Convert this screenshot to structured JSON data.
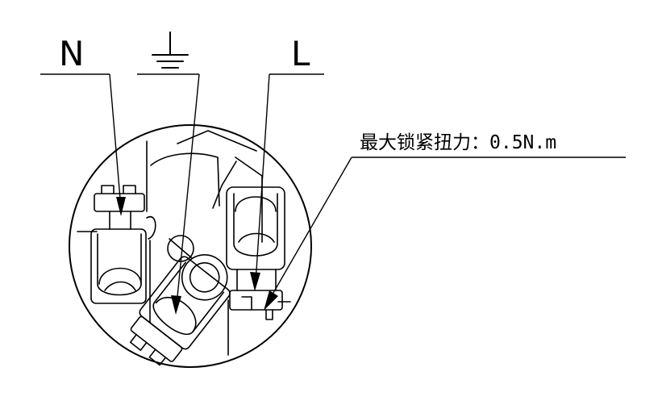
{
  "labels": {
    "neutral": "N",
    "live": "L",
    "torque_note": "最大锁紧扭力：0.5N.m"
  },
  "icons": {
    "earth": "ground-symbol"
  }
}
